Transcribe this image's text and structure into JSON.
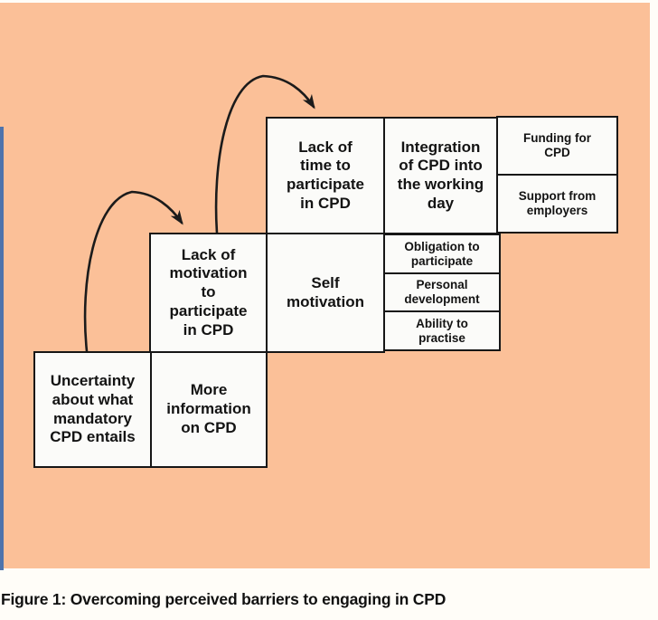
{
  "figure": {
    "caption": "Figure 1: Overcoming perceived barriers to engaging in CPD"
  },
  "diagram": {
    "steps": [
      {
        "barrier": "Uncertainty\nabout what\nmandatory\nCPD entails",
        "solution": "More\ninformation\non CPD",
        "enablers": []
      },
      {
        "barrier": "Lack of\nmotivation\nto\nparticipate\nin CPD",
        "solution": "Self\nmotivation",
        "enablers": [
          "Obligation to\nparticipate",
          "Personal\ndevelopment",
          "Ability to\npractise"
        ]
      },
      {
        "barrier": "Lack of\ntime to\nparticipate\nin CPD",
        "solution": "Integration\nof CPD into\nthe working\nday",
        "enablers": [
          "Funding for\nCPD",
          "Support from\nemployers"
        ]
      }
    ],
    "colors": {
      "panel_background": "#FBC098",
      "accent_bar": "#4E73AC",
      "box_fill": "#FBFBF9",
      "line": "#161616"
    }
  }
}
